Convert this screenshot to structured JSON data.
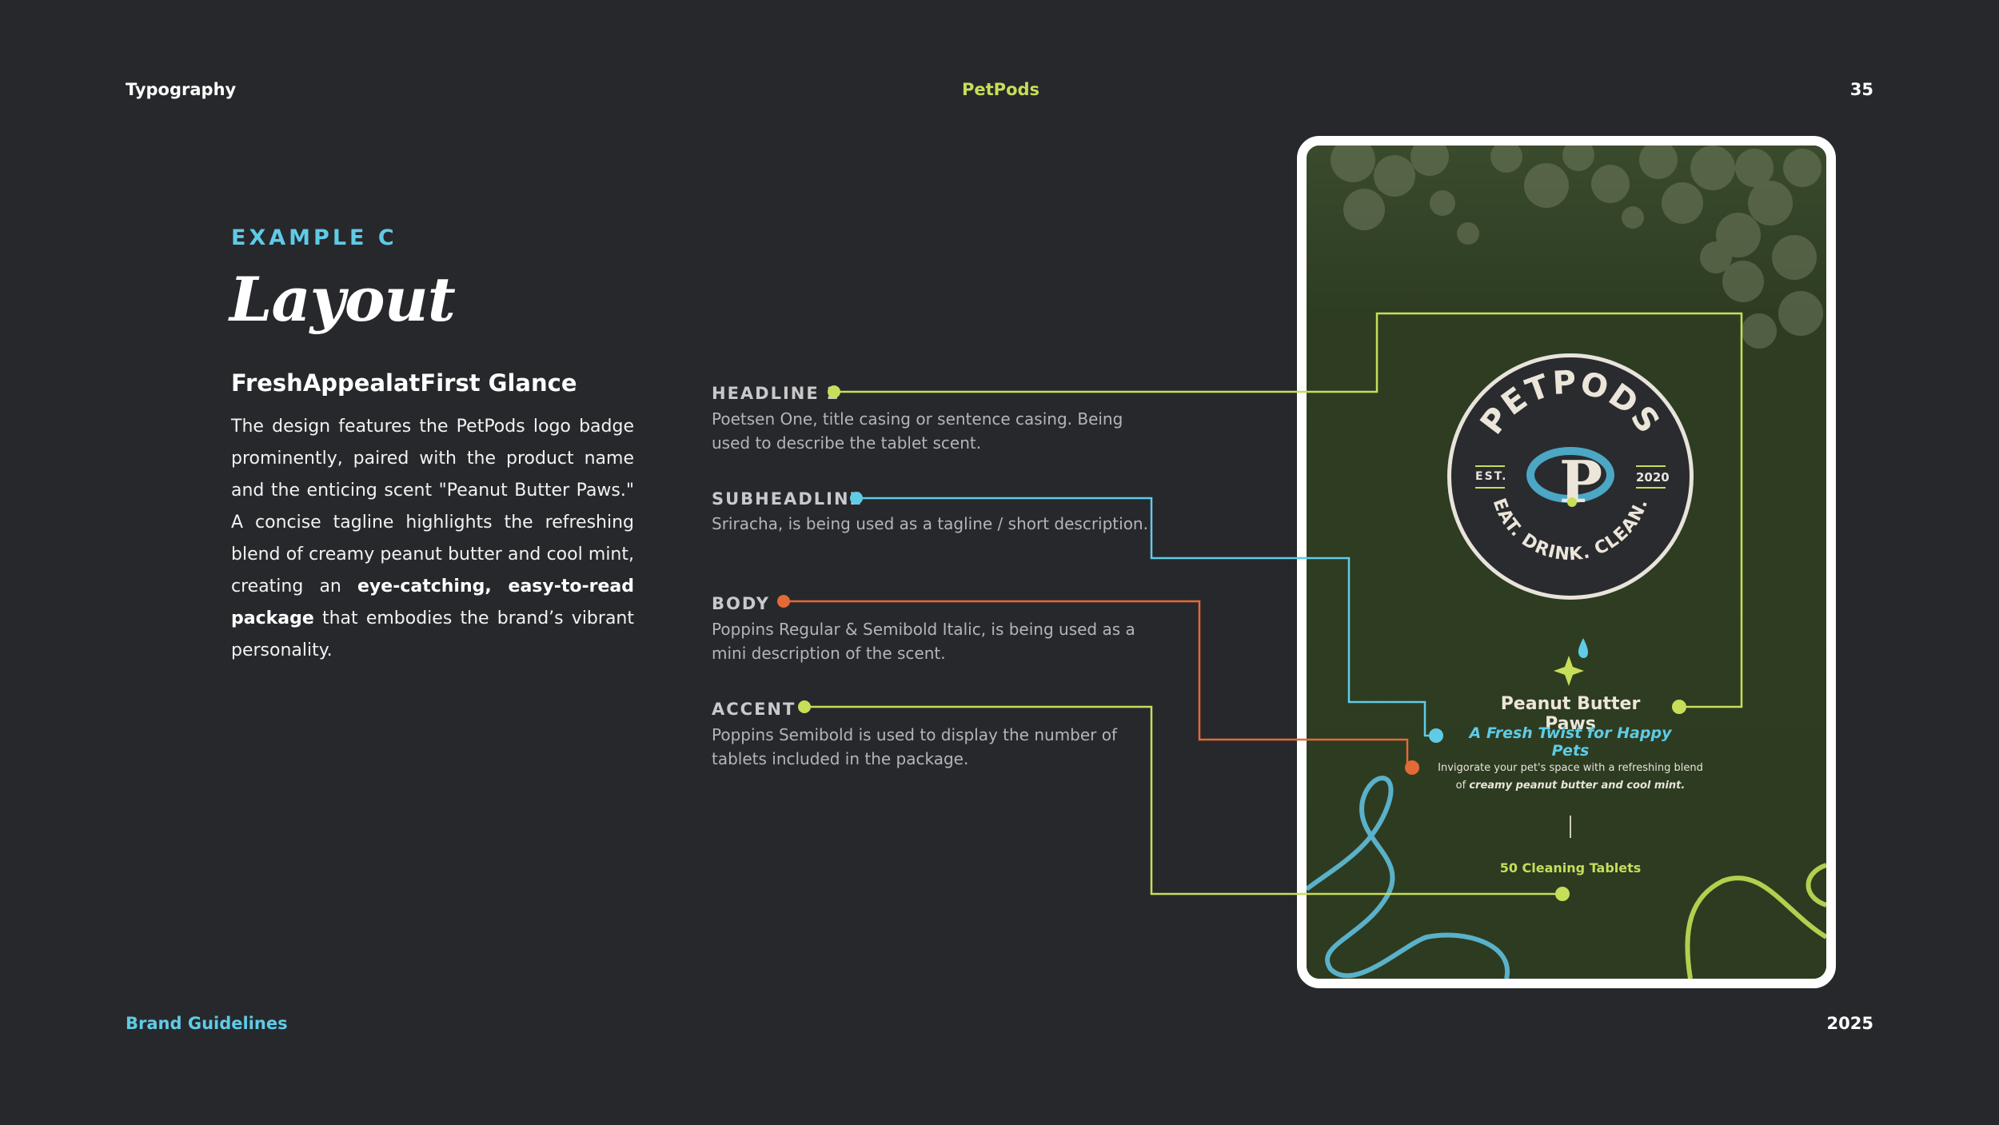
{
  "header": {
    "section": "Typography",
    "brand": "PetPods",
    "page_number": "35"
  },
  "footer": {
    "label": "Brand Guidelines",
    "year": "2025"
  },
  "intro": {
    "eyebrow": "EXAMPLE C",
    "title": "Layout",
    "subtitle": "FreshAppealatFirst Glance",
    "paragraph_part1": "The design features the PetPods logo badge prominently, paired with the product name and the enticing scent \"Peanut Butter Paws.\" A concise tagline highlights the refreshing blend of creamy peanut butter and cool mint, creating an ",
    "paragraph_bold": "eye-catching, easy-to-read package",
    "paragraph_part2": " that embodies the brand’s vibrant personality."
  },
  "specs": [
    {
      "label": "HEADLINE 2",
      "description": "Poetsen One, title casing or sentence casing. Being used to describe the tablet scent.",
      "color": "#c6de5a"
    },
    {
      "label": "SUBHEADLINE",
      "description": "Sriracha, is being used as a tagline / short description.",
      "color": "#5fcbe6"
    },
    {
      "label": "BODY",
      "description": "Poppins Regular & Semibold Italic, is being used as a mini description of the scent.",
      "color": "#e36a36"
    },
    {
      "label": "ACCENT",
      "description": "Poppins Semibold is used to display the number of tablets included in the package.",
      "color": "#c6de5a"
    }
  ],
  "package": {
    "badge_top": "PETPODS",
    "badge_est": "EST.",
    "badge_year": "2020",
    "badge_bottom": "EAT. DRINK. CLEAN.",
    "product_name": "Peanut Butter Paws",
    "tagline": "A Fresh Twist for Happy Pets",
    "description_part1": "Invigorate your pet's space with a refreshing blend of ",
    "description_bold": "creamy peanut butter and cool mint.",
    "count": "50 Cleaning Tablets"
  },
  "colors": {
    "background": "#27282c",
    "lime": "#c6de5a",
    "cyan": "#5fcbe6",
    "orange": "#e36a36",
    "pack_green": "#2f3e23"
  }
}
